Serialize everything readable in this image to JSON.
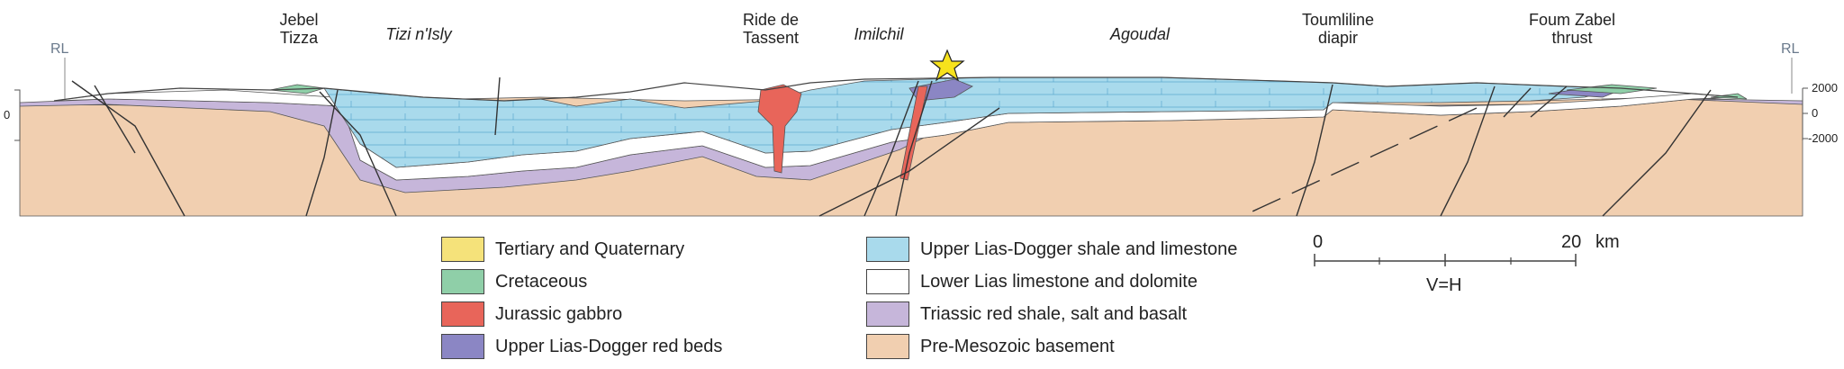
{
  "reference_levels": {
    "left": "RL",
    "right": "RL"
  },
  "place_labels": [
    {
      "id": "jebel-tizza",
      "lines": [
        "Jebel",
        "Tizza"
      ],
      "italic": false
    },
    {
      "id": "tizi-n-isly",
      "lines": [
        "Tizi n'Isly"
      ],
      "italic": true
    },
    {
      "id": "ride-de-tassent",
      "lines": [
        "Ride de",
        "Tassent"
      ],
      "italic": false
    },
    {
      "id": "imilchil",
      "lines": [
        "Imilchil"
      ],
      "italic": true
    },
    {
      "id": "agoudal",
      "lines": [
        "Agoudal"
      ],
      "italic": true
    },
    {
      "id": "toumliline-diapir",
      "lines": [
        "Toumliline",
        "diapir"
      ],
      "italic": false
    },
    {
      "id": "foum-zabel-thrust",
      "lines": [
        "Foum Zabel",
        "thrust"
      ],
      "italic": false
    }
  ],
  "left_axis": {
    "tick_label": "0"
  },
  "right_axis": {
    "tick_labels": [
      "2000",
      "0",
      "-2000"
    ]
  },
  "legend": [
    {
      "label": "Tertiary and Quaternary",
      "color": "#f5e27a",
      "pattern": "brick"
    },
    {
      "label": "Cretaceous",
      "color": "#8fcfa8",
      "pattern": "brick"
    },
    {
      "label": "Jurassic gabbro",
      "color": "#e8655a",
      "pattern": "none"
    },
    {
      "label": "Upper Lias-Dogger red beds",
      "color": "#8b86c4",
      "pattern": "none"
    },
    {
      "label": "Upper Lias-Dogger shale and limestone",
      "color": "#a9daec",
      "pattern": "brick"
    },
    {
      "label": "Lower Lias  limestone and dolomite",
      "color": "#ffffff",
      "pattern": "lines"
    },
    {
      "label": "Triassic red shale, salt and basalt",
      "color": "#c6b6da",
      "pattern": "none"
    },
    {
      "label": "Pre-Mesozoic basement",
      "color": "#f1cfb0",
      "pattern": "none"
    }
  ],
  "scale_bar": {
    "start": "0",
    "end": "20",
    "unit": "km",
    "note": "V=H"
  },
  "colors": {
    "basement": "#f1cfb0",
    "triassic": "#c6b6da",
    "lower_lias": "#ffffff",
    "shale_limestone": "#a9daec",
    "red_beds": "#8b86c4",
    "gabbro": "#e8655a",
    "cretaceous": "#8fcfa8",
    "tertiary": "#f5e27a",
    "star": "#f7e21c"
  }
}
